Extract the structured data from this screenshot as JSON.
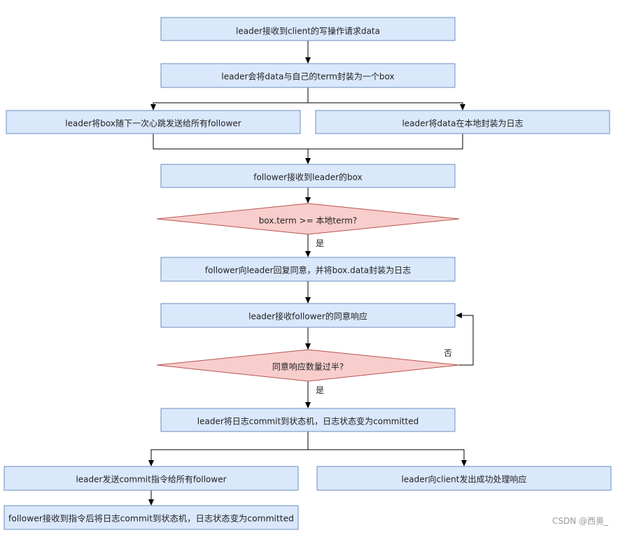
{
  "colors": {
    "process_fill": "#dae8fc",
    "process_stroke": "#6c8ebf",
    "decision_fill": "#f8cecc",
    "decision_stroke": "#b85450",
    "edge": "#000000"
  },
  "nodes": {
    "receive_write": "leader接收到client的写操作请求data",
    "wrap_box": "leader会将data与自己的term封装为一个box",
    "send_heartbeat": "leader将box随下一次心跳发送给所有follower",
    "local_log": "leader将data在本地封装为日志",
    "follower_receive": "follower接收到leader的box",
    "term_check": "box.term >= 本地term?",
    "follower_ack": "follower向leader回复同意，并将box.data封装为日志",
    "leader_receive_ack": "leader接收follower的同意响应",
    "majority_check": "同意响应数量过半?",
    "commit_state_machine": "leader将日志commit到状态机，日志状态变为committed",
    "send_commit": "leader发送commit指令给所有follower",
    "reply_client": "leader向client发出成功处理响应",
    "follower_commit": "follower接收到指令后将日志commit到状态机，日志状态变为committed"
  },
  "edge_labels": {
    "term_yes": "是",
    "majority_yes": "是",
    "majority_no": "否"
  },
  "watermark": "CSDN @西奥_"
}
